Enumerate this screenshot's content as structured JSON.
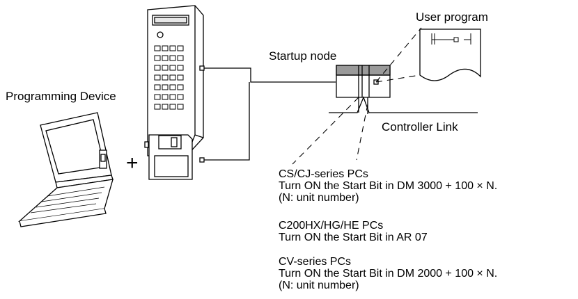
{
  "labels": {
    "user_program": "User program",
    "startup_node": "Startup node",
    "programming_device": "Programming Device",
    "controller_link": "Controller Link",
    "plus": "+"
  },
  "notes": [
    {
      "title": "CS/CJ-series PCs",
      "lines": [
        "Turn ON the Start Bit in DM 3000 + 100 × N.",
        "(N: unit number)"
      ]
    },
    {
      "title": "C200HX/HG/HE PCs",
      "lines": [
        "Turn ON the Start Bit in AR 07"
      ]
    },
    {
      "title": "CV-series PCs",
      "lines": [
        "Turn ON the Start Bit in DM 2000 + 100 × N.",
        "(N: unit number)"
      ]
    }
  ],
  "icons": [
    "handheld-programming-console-icon",
    "laptop-computer-icon",
    "floppy-disk-icon",
    "plc-unit-icon",
    "user-program-document-icon",
    "ladder-contact-icon"
  ]
}
